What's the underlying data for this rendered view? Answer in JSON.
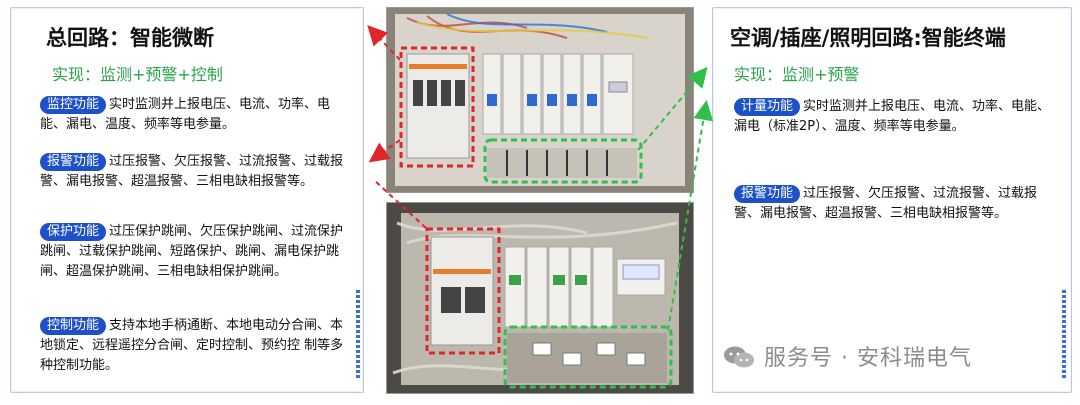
{
  "left_panel": {
    "title": "总回路：智能微断",
    "subtitle": "实现：监测+预警+控制",
    "blocks": [
      {
        "tag": "监控功能",
        "text": "实时监测并上报电压、电流、功率、电能、漏电、温度、频率等电参量。"
      },
      {
        "tag": "报警功能",
        "text": "过压报警、欠压报警、过流报警、过载报警、漏电报警、超温报警、三相电缺相报警等。"
      },
      {
        "tag": "保护功能",
        "text": "过压保护跳闸、欠压保护跳闸、过流保护跳闸、过载保护跳闸、短路保护、跳闸、漏电保护跳闸、超温保护跳闸、三相电缺相保护跳闸。"
      },
      {
        "tag": "控制功能",
        "text": "支持本地手柄通断、本地电动分合闸、本地锁定、远程遥控分合闸、定时控制、预约控 制等多种控制功能。"
      }
    ]
  },
  "right_panel": {
    "title": "空调/插座/照明回路:智能终端",
    "subtitle": "实现：监测+预警",
    "blocks": [
      {
        "tag": "计量功能",
        "text": "实时监测并上报电压、电流、功率、电能、漏电（标准2P）、温度、频率等电参量。"
      },
      {
        "tag": "报警功能",
        "text": "过压报警、欠压报警、过流报警、过载报警、漏电报警、超温报警、三相电缺相报警等。"
      }
    ]
  },
  "watermark": {
    "text": "服务号 · 安科瑞电气"
  },
  "colors": {
    "tag_bg": "#1e50c8",
    "subtitle": "#2aa34a",
    "red_box": "#e0262a",
    "green_box": "#2fbf4a"
  }
}
